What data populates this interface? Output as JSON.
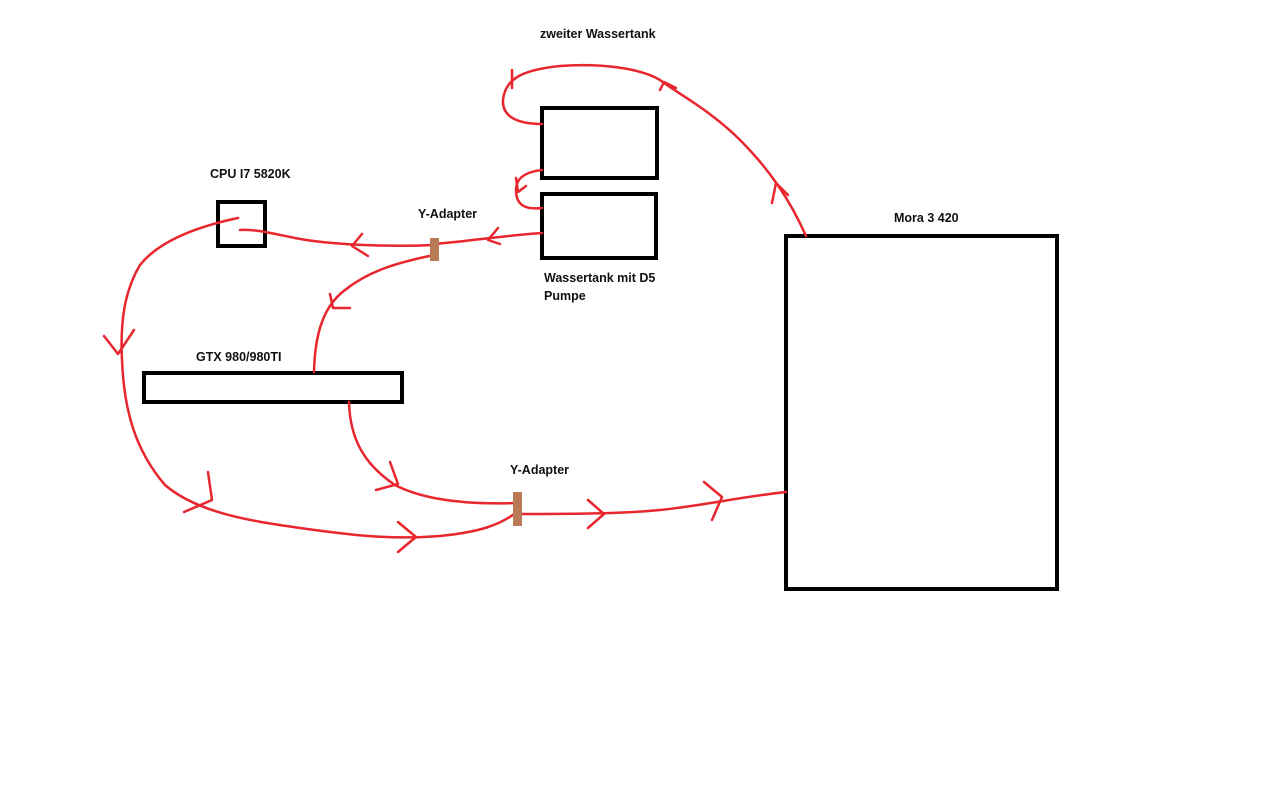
{
  "labels": {
    "second_tank": "zweiter Wassertank",
    "cpu": "CPU I7 5820K",
    "y_adapter_top": "Y-Adapter",
    "y_adapter_bottom": "Y-Adapter",
    "pump_tank_line1": "Wassertank mit D5",
    "pump_tank_line2": "Pumpe",
    "gpu": "GTX 980/980TI",
    "radiator": "Mora 3 420"
  },
  "colors": {
    "tube": "#e8262d",
    "box": "#000000",
    "adapter": "#b97a56",
    "background": "#ffffff"
  }
}
